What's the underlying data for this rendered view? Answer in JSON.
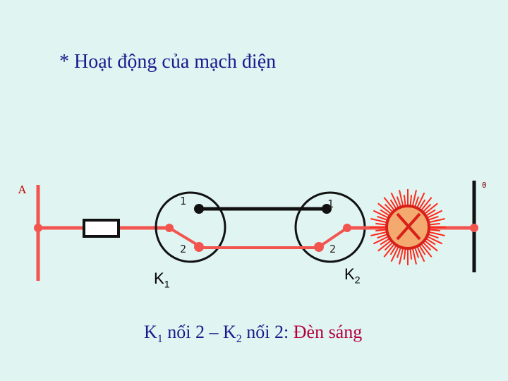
{
  "title": "* Hoạt động của mạch điện",
  "terminals": {
    "phase": "A",
    "neutral": "0"
  },
  "switch1": {
    "letter": "K",
    "index": "1",
    "pin_top": "1",
    "pin_bottom": "2"
  },
  "switch2": {
    "letter": "K",
    "index": "2",
    "pin_top": "1",
    "pin_bottom": "2"
  },
  "caption": {
    "k1_letter": "K",
    "k1_index": "1",
    "k1_text": " nối 2 – ",
    "k2_letter": "K",
    "k2_index": "2",
    "k2_text": " nối 2: ",
    "state": "Đèn sáng"
  },
  "colors": {
    "wire": "#f2554f",
    "link": "#111111",
    "lamp_glow": "#ff2a1a",
    "lamp_core": "#f4a96e"
  }
}
